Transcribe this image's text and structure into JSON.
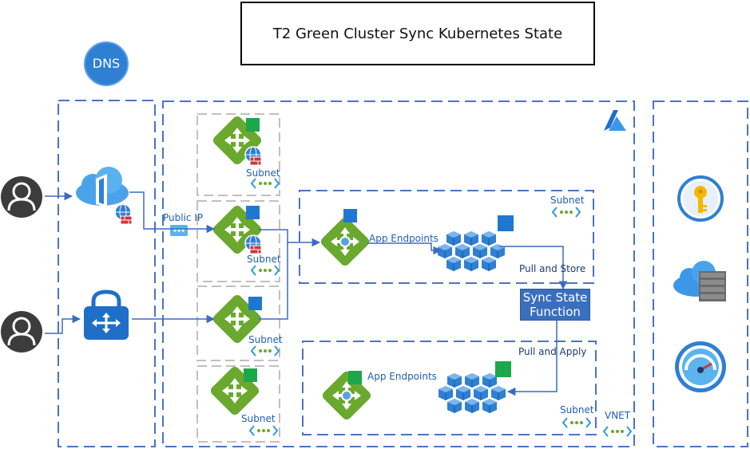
{
  "title": "T2  Green Cluster Sync Kubernetes State",
  "dns": {
    "label": "DNS"
  },
  "labels": {
    "public_ip": "Public IP",
    "subnet": "Subnet",
    "app_endpoints": "App Endpoints",
    "pull_and_store": "Pull and Store",
    "pull_and_apply": "Pull and Apply",
    "vnet": "VNET"
  },
  "sync_function": {
    "line1": "Sync State",
    "line2": "Function"
  },
  "icons": {
    "user": "user-icon",
    "front_door": "front-door-icon",
    "vpn_gateway": "vpn-gateway-icon",
    "app_gateway": "application-gateway-icon",
    "kubernetes": "kubernetes-cluster-icon",
    "key_vault": "key-vault-icon",
    "container_registry": "container-registry-icon",
    "monitor": "azure-monitor-icon",
    "azure_logo": "azure-logo-icon"
  },
  "colors": {
    "dashed_border": "#4a74c4",
    "gray_dash": "#c0c0c0",
    "arrow": "#3b6cc0",
    "gateway_green": "#6aa82e",
    "k8s_blue": "#2f7fd3",
    "status_green": "#1aa84a",
    "status_blue": "#1e78cf",
    "sync_box": "#3a6fbd"
  }
}
